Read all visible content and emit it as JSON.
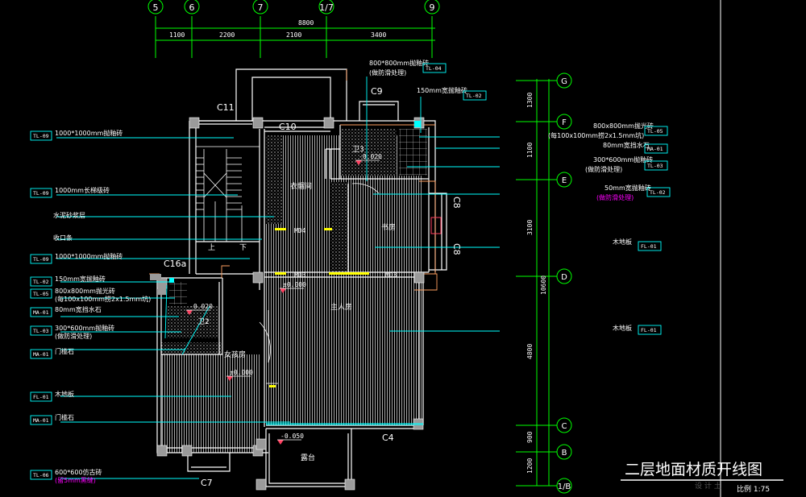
{
  "axes_top": [
    "5",
    "6",
    "7",
    "1/7",
    "9"
  ],
  "axes_right": [
    "G",
    "F",
    "E",
    "D",
    "C",
    "B",
    "1/B"
  ],
  "dims_top": {
    "total": "8800",
    "segments": [
      "1100",
      "2200",
      "2100",
      "3400"
    ]
  },
  "dims_right": {
    "segments": [
      "1300",
      "1100",
      "3100",
      "4800",
      "900",
      "1200"
    ],
    "total": "10600"
  },
  "window_labels": [
    "C11",
    "C10",
    "C9",
    "C8",
    "C8",
    "C16a",
    "C4",
    "C7"
  ],
  "rooms": {
    "closet": "衣帽间",
    "study": "书房",
    "master": "主人房",
    "girl": "女孩房",
    "terrace": "露台",
    "bath1": "卫3",
    "bath2": "卫2"
  },
  "doors": [
    "MD4",
    "MD3",
    "MD3"
  ],
  "levels": [
    "-0.020",
    "±0.000",
    "-0.020",
    "±0.000",
    "-0.050"
  ],
  "left_notes": [
    {
      "text": "1000*1000mm抛釉砖",
      "tag": "TL-09"
    },
    {
      "text": "1000mm长梯级砖",
      "tag": "TL-09"
    },
    {
      "text": "水泥砂浆层",
      "tag": ""
    },
    {
      "text": "收口条",
      "tag": ""
    },
    {
      "text": "1000*1000mm抛釉砖",
      "tag": "TL-09"
    },
    {
      "text": "150mm宽抛釉砖",
      "tag": "TL-02"
    },
    {
      "text": "800x800mm抛光砖",
      "sub": "(每100x100mm捞2x1.5mm坑)",
      "tag": "TL-05"
    },
    {
      "text": "80mm宽挡水石",
      "tag": "MA-01"
    },
    {
      "text": "300*600mm抛釉砖",
      "sub": "(做防滑处理)",
      "tag": "TL-03"
    },
    {
      "text": "门槛石",
      "tag": "MA-01"
    },
    {
      "text": "木地板",
      "tag": "FL-01"
    },
    {
      "text": "门槛石",
      "tag": "MA-01"
    },
    {
      "text": "600*600仿古砖",
      "sub": "(留5mm黑缝)",
      "tag": "TL-06"
    }
  ],
  "right_notes": [
    {
      "text": "800*800mm抛釉砖",
      "sub": "(做防滑处理)",
      "tag": "TL-04"
    },
    {
      "text": "150mm宽抛釉砖",
      "tag": "TL-02"
    },
    {
      "text": "800x800mm抛光砖",
      "sub": "(每100x100mm捞2x1.5mm坑)",
      "tag": "TL-05"
    },
    {
      "text": "80mm宽挡水石",
      "tag": "MA-01"
    },
    {
      "text": "300*600mm抛釉砖",
      "sub": "(做防滑处理)",
      "tag": "TL-03"
    },
    {
      "text": "50mm宽抛釉砖",
      "sub": "(做防滑处理)",
      "tag": "TL-02"
    },
    {
      "text": "木地板",
      "tag": "FL-01"
    },
    {
      "text": "木地板",
      "tag": "FL-01"
    }
  ],
  "stair_labels": [
    "上",
    "下"
  ],
  "title": "二层地面材质开线图",
  "scale": "比例 1:75",
  "watermark": "设 计 土",
  "colors": {
    "wall": "#ffffff",
    "dim": "#00ff00",
    "leader": "#00ffff",
    "tag": "#00ffff",
    "note": "#ffffff",
    "magenta": "#ff00ff",
    "floor": "#ffffff",
    "column": "#9a9a9a",
    "outline": "#ffa060",
    "level": "#ff4060"
  }
}
